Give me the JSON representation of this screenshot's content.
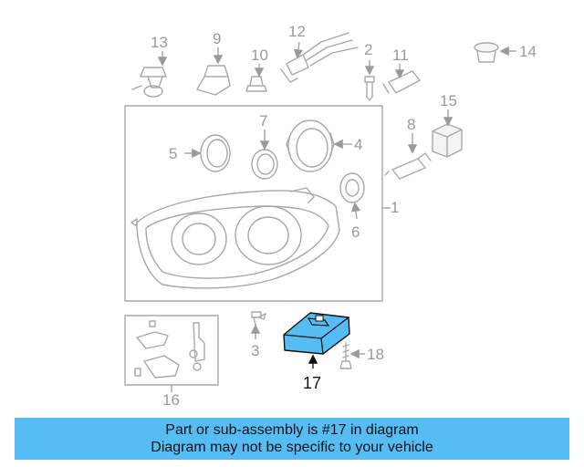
{
  "callouts": {
    "c1": "1",
    "c2": "2",
    "c3": "3",
    "c4": "4",
    "c5": "5",
    "c6": "6",
    "c7": "7",
    "c8": "8",
    "c9": "9",
    "c10": "10",
    "c11": "11",
    "c12": "12",
    "c13": "13",
    "c14": "14",
    "c15": "15",
    "c16": "16",
    "c17": "17",
    "c18": "18"
  },
  "highlight": {
    "part_number": "17",
    "color": "#55bdf4"
  },
  "banner": {
    "line1": "Part or sub-assembly is #17 in diagram",
    "line2": "Diagram may not be specific to your vehicle",
    "color": "#55bdf4"
  }
}
